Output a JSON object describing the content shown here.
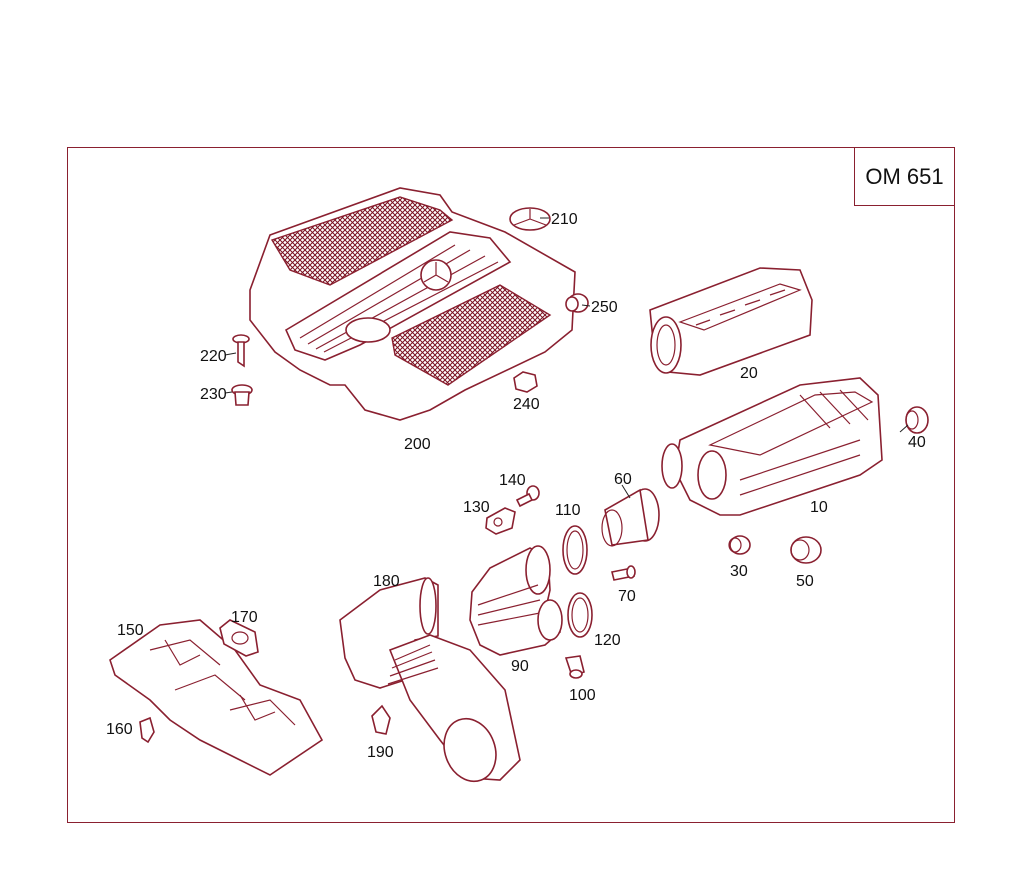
{
  "engine_code": "OM 651",
  "colors": {
    "line": "#8a2030",
    "text": "#111111",
    "background": "#ffffff"
  },
  "callouts": {
    "c10": "10",
    "c20": "20",
    "c30": "30",
    "c40": "40",
    "c50": "50",
    "c60": "60",
    "c70": "70",
    "c90": "90",
    "c100": "100",
    "c110": "110",
    "c120": "120",
    "c130": "130",
    "c140": "140",
    "c150": "150",
    "c160": "160",
    "c170": "170",
    "c180": "180",
    "c190": "190",
    "c200": "200",
    "c210": "210",
    "c220": "220",
    "c230": "230",
    "c240": "240",
    "c250": "250"
  }
}
